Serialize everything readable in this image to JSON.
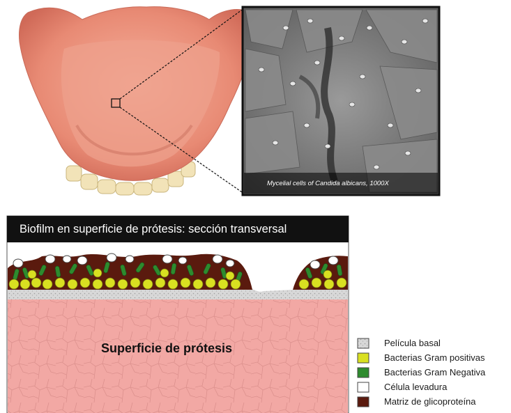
{
  "micrograph": {
    "caption": "Mycelial cells of Candida albicans, 1000X"
  },
  "cross_section": {
    "title": "Biofilm en superficie de prótesis: sección transversal",
    "surface_label": "Superficie de prótesis"
  },
  "legend": {
    "items": [
      {
        "label": "Película basal",
        "color": "#c8c8c8"
      },
      {
        "label": "Bacterias Gram positivas",
        "color": "#d9e021"
      },
      {
        "label": "Bacterias Gram Negativa",
        "color": "#2e8b2e"
      },
      {
        "label": "Célula levadura",
        "color": "#ffffff"
      },
      {
        "label": "Matriz de glicoproteína",
        "color": "#5a1a0e"
      }
    ]
  },
  "colors": {
    "denture_pink": "#e58a78",
    "surface_pink": "#f2a8a4",
    "banner_bg": "#111111"
  }
}
